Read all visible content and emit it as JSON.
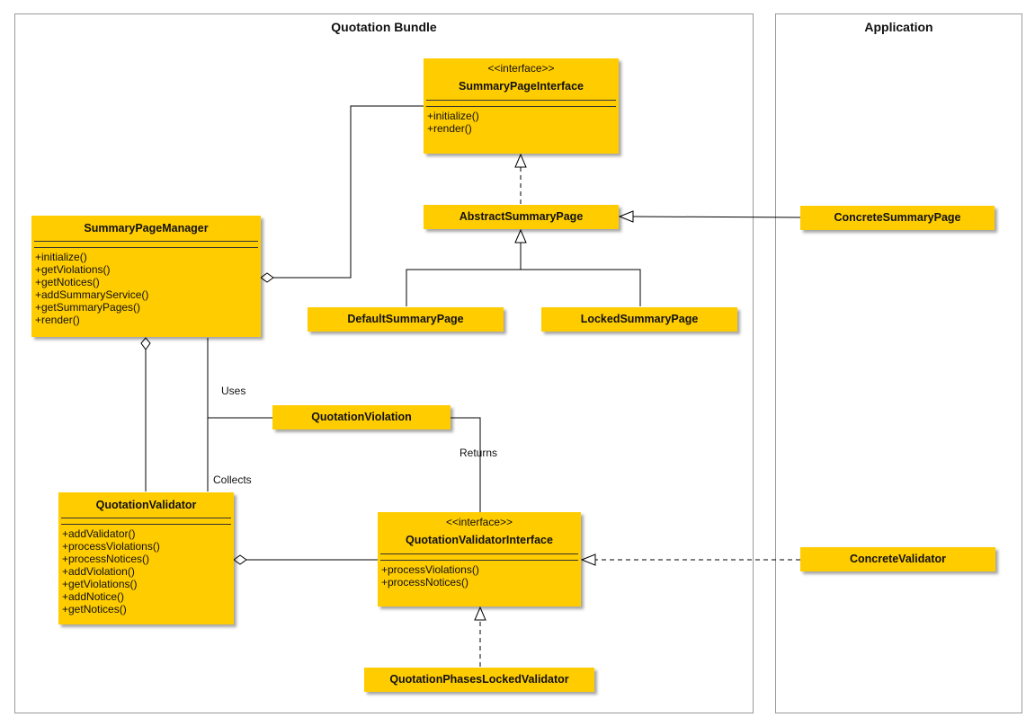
{
  "packages": {
    "bundle": {
      "title": "Quotation Bundle"
    },
    "application": {
      "title": "Application"
    }
  },
  "classes": {
    "summary_page_interface": {
      "stereotype": "<<interface>>",
      "name": "SummaryPageInterface",
      "operations": [
        "+initialize()",
        "+render()"
      ]
    },
    "abstract_summary_page": {
      "name": "AbstractSummaryPage"
    },
    "concrete_summary_page": {
      "name": "ConcreteSummaryPage"
    },
    "summary_page_manager": {
      "name": "SummaryPageManager",
      "operations": [
        "+initialize()",
        "+getViolations()",
        "+getNotices()",
        "+addSummaryService()",
        "+getSummaryPages()",
        "+render()"
      ]
    },
    "default_summary_page": {
      "name": "DefaultSummaryPage"
    },
    "locked_summary_page": {
      "name": "LockedSummaryPage"
    },
    "quotation_violation": {
      "name": "QuotationViolation"
    },
    "quotation_validator": {
      "name": "QuotationValidator",
      "operations": [
        "+addValidator()",
        "+processViolations()",
        "+processNotices()",
        "+addViolation()",
        "+getViolations()",
        "+addNotice()",
        "+getNotices()"
      ]
    },
    "quotation_validator_interface": {
      "stereotype": "<<interface>>",
      "name": "QuotationValidatorInterface",
      "operations": [
        "+processViolations()",
        "+processNotices()"
      ]
    },
    "concrete_validator": {
      "name": "ConcreteValidator"
    },
    "quotation_phases_locked_validator": {
      "name": "QuotationPhasesLockedValidator"
    }
  },
  "labels": {
    "uses": "Uses",
    "collects": "Collects",
    "returns": "Returns"
  },
  "colors": {
    "class_fill": "#ffcc00",
    "package_border": "#9a9a9a",
    "line": "#000000"
  }
}
